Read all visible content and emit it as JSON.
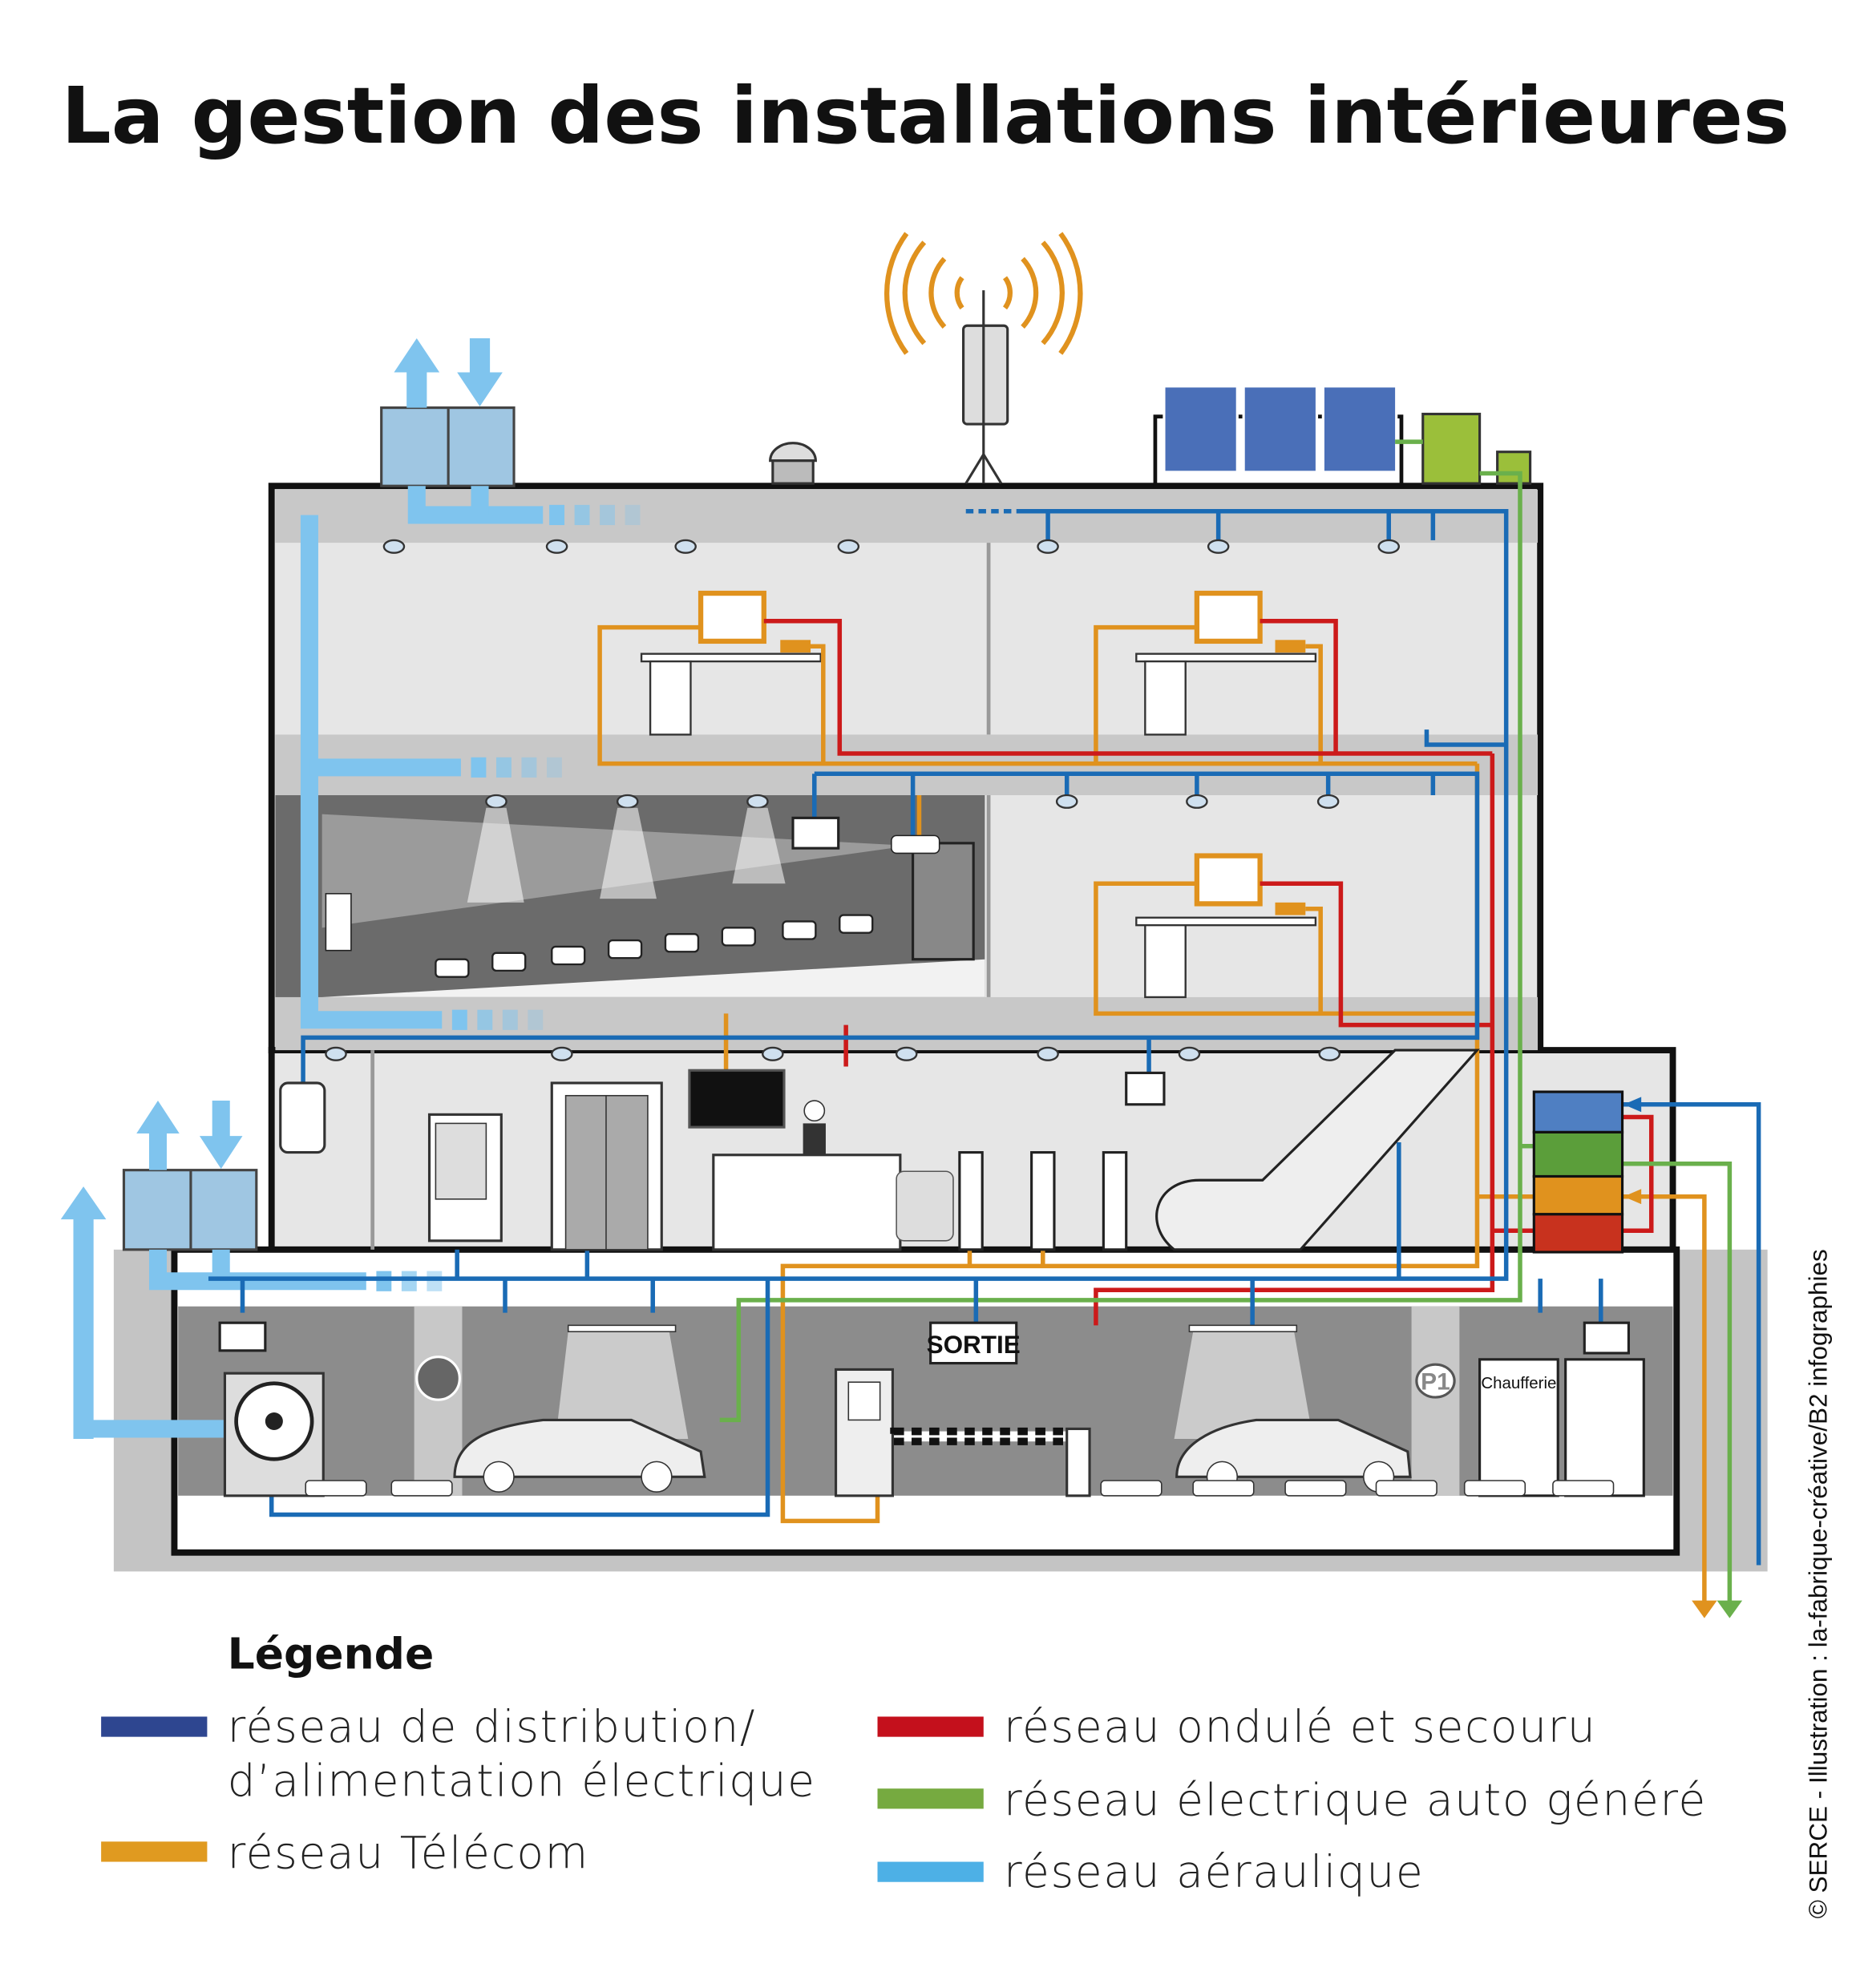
{
  "title": "La gestion des installations intérieures",
  "labels": {
    "sortie": "SORTIE",
    "parking_level": "P1",
    "boiler_room": "Chaufferie"
  },
  "legend": {
    "heading": "Légende",
    "items": [
      {
        "line1": "réseau de distribution/",
        "line2": "d’alimentation électrique",
        "color": "#2e4690"
      },
      {
        "line1": "réseau Télécom",
        "color": "#e09a20"
      },
      {
        "line1": "réseau ondulé et secouru",
        "color": "#c4101c"
      },
      {
        "line1": "réseau électrique auto généré",
        "color": "#76aa40"
      },
      {
        "line1": "réseau aéraulique",
        "color": "#4db0e6"
      }
    ]
  },
  "credit": "© SERCE - Illustration : la-fabrique-créative/B2 infographies",
  "colors": {
    "power": "#1a6bb5",
    "telecom": "#e0921e",
    "ups": "#cc1a1a",
    "selfgen": "#6ab04c",
    "air": "#7fc4ee"
  }
}
